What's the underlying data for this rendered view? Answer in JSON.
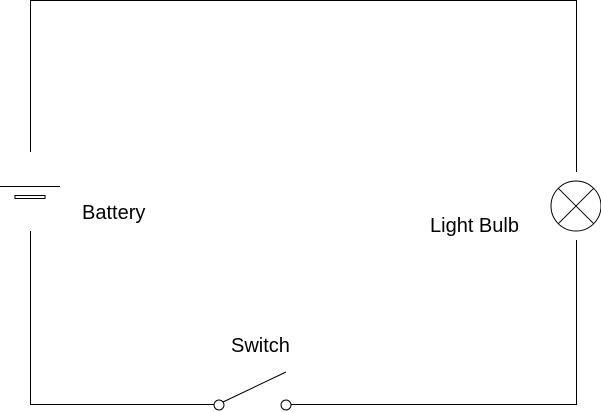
{
  "diagram": {
    "type": "circuit",
    "components": [
      {
        "id": "battery",
        "label": "Battery",
        "symbol": "battery-icon"
      },
      {
        "id": "light-bulb",
        "label": "Light Bulb",
        "symbol": "lamp-icon"
      },
      {
        "id": "switch",
        "label": "Switch",
        "symbol": "open-switch-icon",
        "state": "open"
      }
    ],
    "colors": {
      "line": "#000000",
      "background": "#ffffff"
    }
  }
}
